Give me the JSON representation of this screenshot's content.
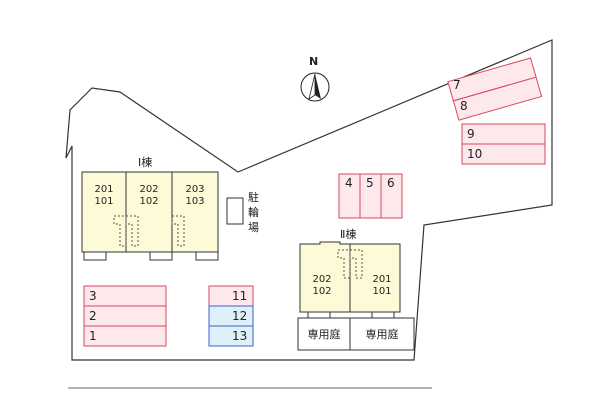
{
  "compass": {
    "label": "N",
    "icon": "north-arrow-icon"
  },
  "buildings": [
    {
      "label": "Ⅰ棟",
      "units": [
        {
          "upper": "201",
          "lower": "101"
        },
        {
          "upper": "202",
          "lower": "102"
        },
        {
          "upper": "203",
          "lower": "103"
        }
      ]
    },
    {
      "label": "Ⅱ棟",
      "units": [
        {
          "upper": "202",
          "lower": "102"
        },
        {
          "upper": "201",
          "lower": "101"
        }
      ]
    }
  ],
  "bicycle_parking": {
    "label_lines": [
      "駐",
      "輪",
      "場"
    ]
  },
  "private_gardens": [
    "専用庭",
    "専用庭"
  ],
  "parking": {
    "top_right": [
      "7",
      "8",
      "9",
      "10"
    ],
    "middle": [
      "4",
      "5",
      "6"
    ],
    "left": [
      "3",
      "2",
      "1"
    ],
    "center": [
      "11",
      "12",
      "13"
    ]
  },
  "colors": {
    "building_fill": "#fdfbd7",
    "parking_border": "#d9475c",
    "parking_fill": "#fde8ec",
    "accessible_border": "#3c5fd6",
    "accessible_fill": "#dff1f8",
    "lot_outline": "#333333"
  }
}
